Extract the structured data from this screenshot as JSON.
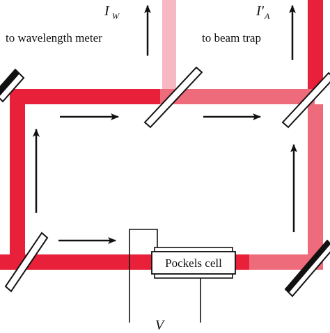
{
  "diagram": {
    "labels": {
      "intensity_w": "I",
      "intensity_w_sub": "W",
      "intensity_a": "I'",
      "intensity_a_sub": "A",
      "to_wavelength_meter": "to wavelength meter",
      "to_beam_trap": "to beam trap",
      "pockels_cell": "Pockels cell",
      "voltage": "V"
    },
    "colors": {
      "beam_strong": "#e8203a",
      "beam_medium": "#ee6b7c",
      "beam_weak": "#f6b9c4",
      "optics_outline": "#111111",
      "mirror_fill": "#111111"
    },
    "icons": [
      "mirror-icon",
      "beam-splitter-icon",
      "arrow-icon",
      "pockels-cell-icon"
    ]
  }
}
